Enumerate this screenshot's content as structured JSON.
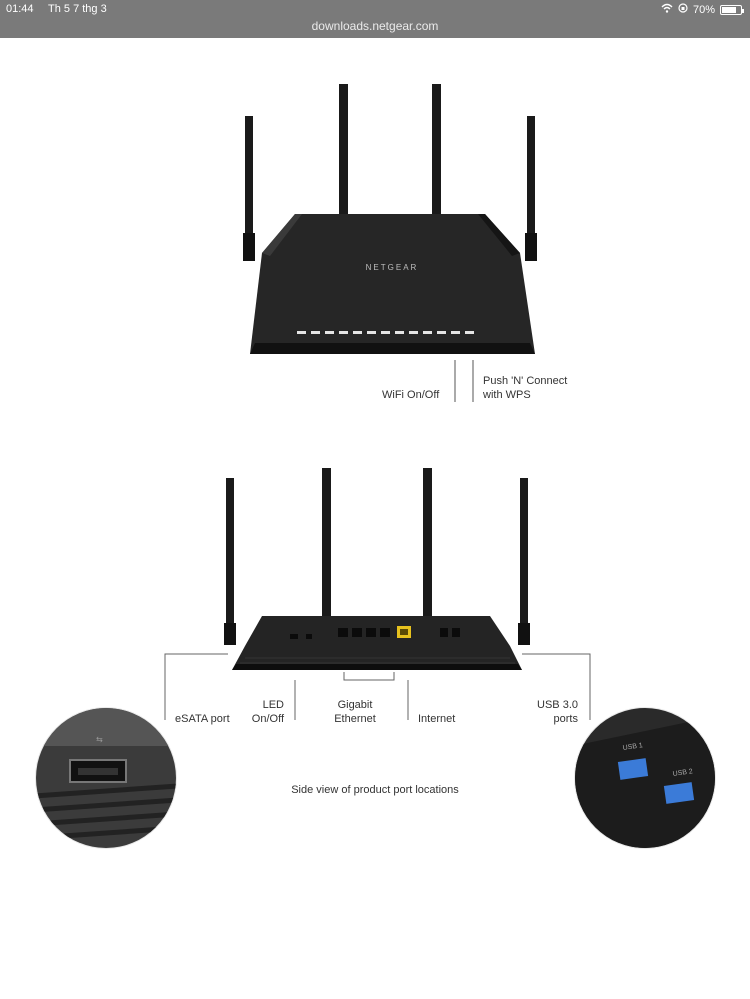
{
  "status_bar": {
    "time": "01:44",
    "date": "Th 5 7 thg 3",
    "battery": "70%"
  },
  "address_bar": {
    "url": "downloads.netgear.com"
  },
  "front_view": {
    "brand": "NETGEAR",
    "label_wifi": "WiFi On/Off",
    "label_wps_line1": "Push 'N' Connect",
    "label_wps_line2": "with WPS"
  },
  "back_view": {
    "label_esata": "eSATA port",
    "label_led_line1": "LED",
    "label_led_line2": "On/Off",
    "label_gigabit_line1": "Gigabit",
    "label_gigabit_line2": "Ethernet",
    "label_internet": "Internet",
    "label_usb_line1": "USB 3.0",
    "label_usb_line2": "ports",
    "usb1": "USB 1",
    "usb2": "USB 2",
    "caption": "Side view of product port locations"
  }
}
